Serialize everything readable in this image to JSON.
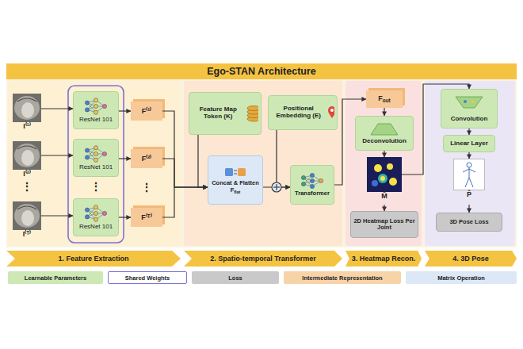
{
  "diagram": {
    "title": "Ego-STAN Architecture",
    "nodes": [
      {
        "text": [
          "I⁽¹⁾"
        ]
      },
      {
        "text": [
          "I⁽²⁾"
        ]
      },
      {
        "text": [
          "I⁽ᵀ⁾"
        ]
      },
      {
        "text": [
          "ResNet 101"
        ]
      },
      {
        "text": [
          "ResNet 101"
        ]
      },
      {
        "text": [
          "ResNet 101"
        ]
      },
      {
        "text": [
          "F⁽¹⁾"
        ]
      },
      {
        "text": [
          "F⁽²⁾"
        ]
      },
      {
        "text": [
          "F⁽ᵀ⁾"
        ]
      },
      {
        "text": [
          "Feature Map Token (K)"
        ]
      },
      {
        "text": [
          "Positional Embedding (E)"
        ]
      },
      {
        "text": [
          "Concat & Flatten",
          "F",
          "flat"
        ]
      },
      {
        "text": [
          "Transformer"
        ]
      },
      {
        "text": [
          "F",
          "out"
        ]
      },
      {
        "text": [
          "Deconvolution"
        ]
      },
      {
        "text": [
          "M̂"
        ]
      },
      {
        "text": [
          "2D Heatmap Loss Per Joint"
        ]
      },
      {
        "text": [
          "Convolution"
        ]
      },
      {
        "text": [
          "Linear Layer"
        ]
      },
      {
        "text": [
          "P̂"
        ]
      },
      {
        "text": [
          "3D Pose Loss"
        ]
      },
      {
        "text": [
          "1. Feature Extraction"
        ]
      },
      {
        "text": [
          "2. Spatio-temporal Transformer"
        ]
      },
      {
        "text": [
          "3. Heatmap Recon."
        ]
      },
      {
        "text": [
          "4. 3D Pose"
        ]
      }
    ],
    "edges": [
      {
        "from": 0,
        "to": 3,
        "arrow": "to"
      },
      {
        "from": 1,
        "to": 4,
        "arrow": "to"
      },
      {
        "from": 2,
        "to": 5,
        "arrow": "to"
      },
      {
        "from": 3,
        "to": 6,
        "arrow": "to"
      },
      {
        "from": 4,
        "to": 7,
        "arrow": "to"
      },
      {
        "from": 5,
        "to": 8,
        "arrow": "to"
      },
      {
        "from": 6,
        "to": 11,
        "arrow": "to"
      },
      {
        "from": 7,
        "to": 11,
        "arrow": "to"
      },
      {
        "from": 8,
        "to": 11,
        "arrow": "to"
      },
      {
        "from": 9,
        "to": 11,
        "arrow": "to"
      },
      {
        "from": 11,
        "to": 12,
        "arrow": "to"
      },
      {
        "from": 10,
        "to": 12,
        "arrow": "to"
      },
      {
        "from": 12,
        "to": 13,
        "arrow": "to"
      },
      {
        "from": 13,
        "to": 14,
        "arrow": "to"
      },
      {
        "from": 14,
        "to": 15,
        "arrow": "to"
      },
      {
        "from": 15,
        "to": 16,
        "arrow": "to"
      },
      {
        "from": 15,
        "to": 17,
        "arrow": "to"
      },
      {
        "from": 17,
        "to": 18,
        "arrow": "to"
      },
      {
        "from": 18,
        "to": 19,
        "arrow": "to"
      },
      {
        "from": 19,
        "to": 20,
        "arrow": "to"
      }
    ],
    "labels": [
      "⋮",
      "⋮",
      "⋮"
    ],
    "legend": [
      {
        "text": "Learnable Parameters",
        "color": "#cde8b5"
      },
      {
        "text": "Shared Weights"
      },
      {
        "text": "Loss",
        "color": "#c9c9c9"
      },
      {
        "text": "Intermediate Representation",
        "color": "#f7d3a8"
      },
      {
        "text": "Matrix Operation",
        "color": "#dce8f6"
      }
    ]
  }
}
